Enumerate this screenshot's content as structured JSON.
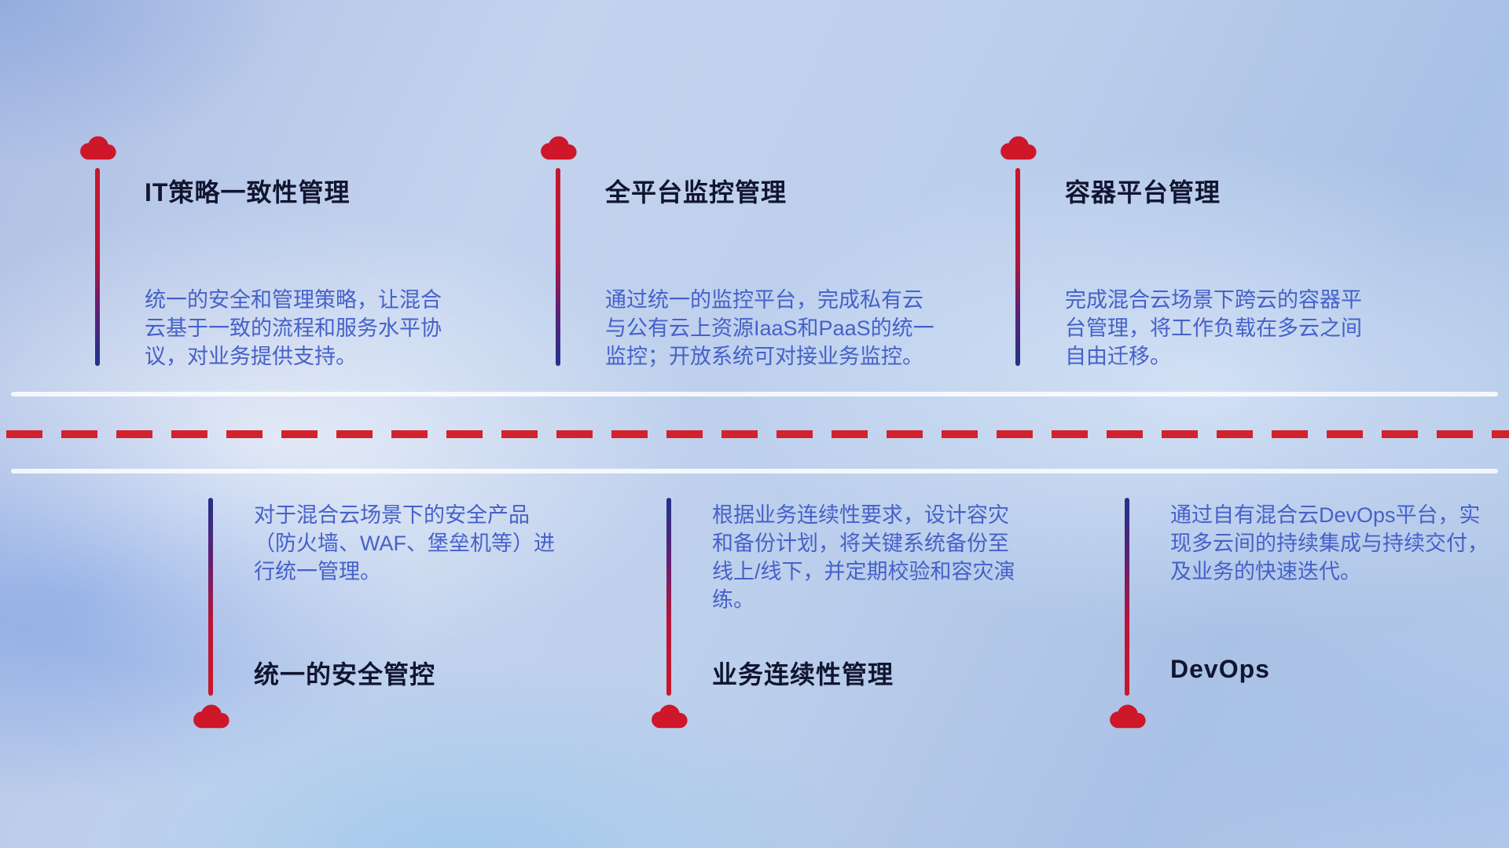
{
  "palette": {
    "accent_red": "#ce1728",
    "connector_blue": "#20338a",
    "title_color": "#11152f",
    "description_color": "#4661c9",
    "divider_dash_red": "#d2222e",
    "divider_solid_white": "#ffffff"
  },
  "top_items": [
    {
      "icon": "cloud-icon",
      "title": "IT策略一致性管理",
      "description": "统一的安全和管理策略，让混合云基于一致的流程和服务水平协议，对业务提供支持。"
    },
    {
      "icon": "cloud-icon",
      "title": "全平台监控管理",
      "description": "通过统一的监控平台，完成私有云与公有云上资源IaaS和PaaS的统一监控；开放系统可对接业务监控。"
    },
    {
      "icon": "cloud-icon",
      "title": "容器平台管理",
      "description": "完成混合云场景下跨云的容器平台管理，将工作负载在多云之间自由迁移。"
    }
  ],
  "bottom_items": [
    {
      "icon": "cloud-icon",
      "title": "统一的安全管控",
      "description": "对于混合云场景下的安全产品（防火墙、WAF、堡垒机等）进行统一管理。"
    },
    {
      "icon": "cloud-icon",
      "title": "业务连续性管理",
      "description": "根据业务连续性要求，设计容灾和备份计划，将关键系统备份至线上/线下，并定期校验和容灾演练。"
    },
    {
      "icon": "cloud-icon",
      "title": "DevOps",
      "description": "通过自有混合云DevOps平台，实现多云间的持续集成与持续交付，及业务的快速迭代。"
    }
  ]
}
